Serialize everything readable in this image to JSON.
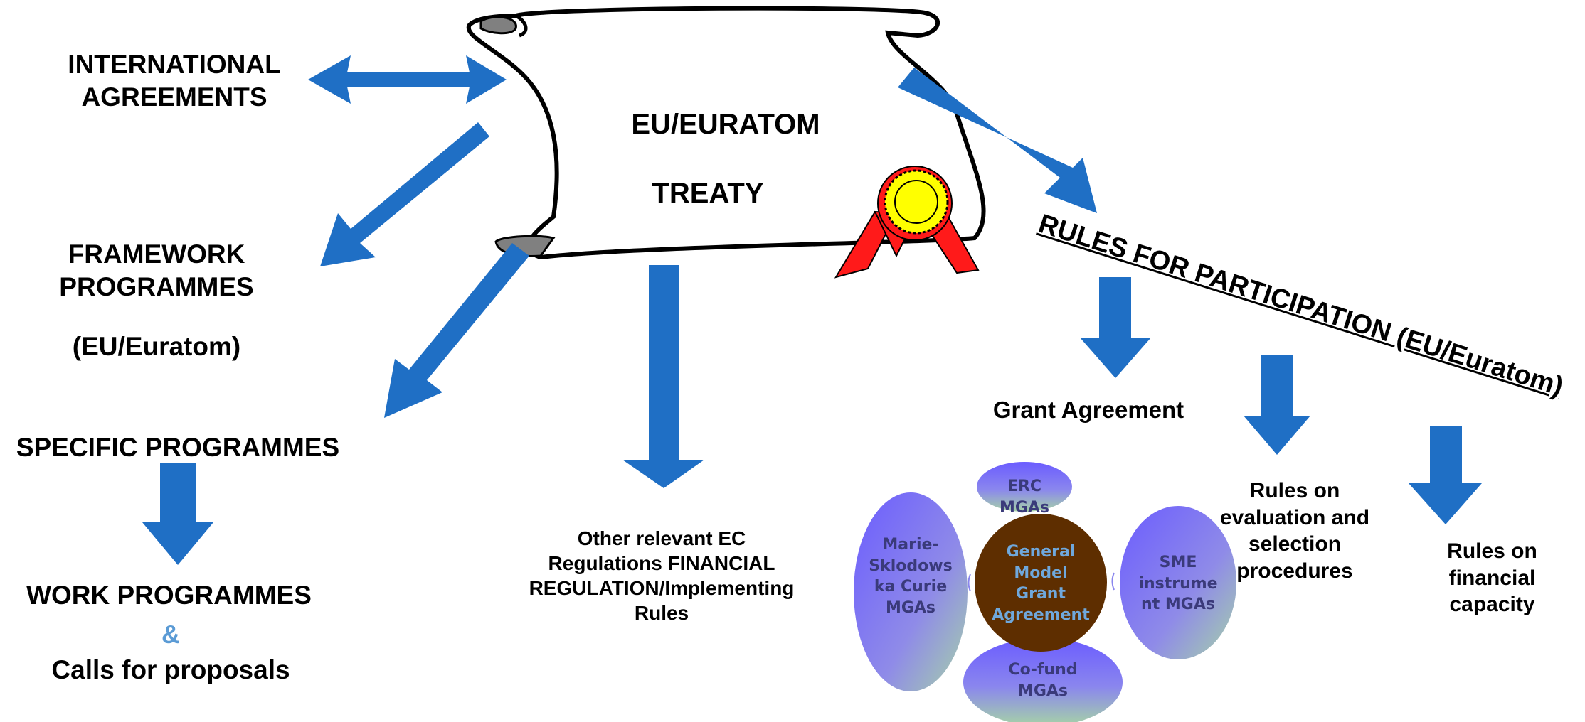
{
  "treaty": {
    "line1": "EU/EURATOM",
    "line2": "TREATY"
  },
  "left": {
    "international": [
      "INTERNATIONAL",
      "AGREEMENTS"
    ],
    "framework": [
      "FRAMEWORK",
      "PROGRAMMES"
    ],
    "framework_sub": "(EU/Euratom)",
    "specific": "SPECIFIC PROGRAMMES",
    "work": "WORK PROGRAMMES",
    "ampersand": "&",
    "calls": "Calls for proposals"
  },
  "center": {
    "other_regs": [
      "Other relevant  EC",
      "Regulations FINANCIAL",
      "REGULATION/Implementing",
      "Rules"
    ]
  },
  "right": {
    "rules_participation": "RULES FOR PARTICIPATION (EU/Euratom)",
    "grant_agreement": "Grant Agreement",
    "evaluation": [
      "Rules on",
      "evaluation and",
      "selection",
      "procedures"
    ],
    "financial": [
      "Rules on financial",
      "capacity"
    ]
  },
  "mgas": {
    "center": [
      "General",
      "Model",
      "Grant",
      "Agreement"
    ],
    "erc": "ERC MGAs",
    "marie": [
      "Marie-",
      "Sklodows",
      "ka Curie",
      "MGAs"
    ],
    "sme": [
      "SME",
      "instrume",
      "nt MGAs"
    ],
    "cofund": [
      "Co-fund",
      "MGAs"
    ]
  },
  "colors": {
    "arrow": "#1F6FC5",
    "ribbon": "#FF1A1A",
    "seal": "#FFFF00",
    "center_circle": "#5E2E00",
    "center_text": "#6FA8DC",
    "bubble_top": "#6B5CFF",
    "bubble_bottom": "#A6D3A6",
    "ampersand": "#5B9BD5"
  },
  "icons": [
    "scroll-icon",
    "seal-icon",
    "ribbon-icon"
  ]
}
